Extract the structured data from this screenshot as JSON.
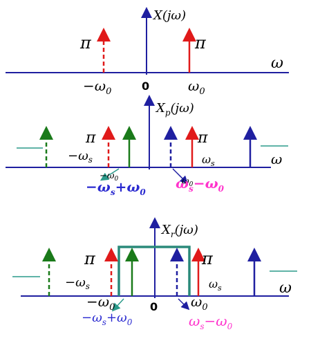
{
  "colors": {
    "axis": "#1f1fa0",
    "red": "#e01a1a",
    "green": "#1a7a1a",
    "blue": "#1f1fa0",
    "teal": "#2a9a8a",
    "magenta": "#ff33cc"
  },
  "panel1": {
    "y_label": "X(jω)",
    "x_label": "ω",
    "pi_left": "π",
    "pi_right": "π",
    "tick_neg": "−ω",
    "tick_neg_sub": "0",
    "tick_zero": "0",
    "tick_pos": "ω",
    "tick_pos_sub": "0"
  },
  "panel2": {
    "y_label": "X",
    "y_label_sub": "p",
    "y_label_tail": "(jω)",
    "x_label": "ω",
    "pi_left": "π",
    "pi_right": "π",
    "neg_ws": "−ω",
    "neg_ws_sub": "s",
    "pos_ws": "ω",
    "pos_ws_sub": "s",
    "neg_w0": "−ω",
    "neg_w0_sub": "0",
    "pos_w0": "ω",
    "pos_w0_sub": "0",
    "blue_expr": "−ω",
    "blue_expr_sub": "s",
    "blue_expr_tail": "+ω",
    "blue_expr_tail_sub": "0",
    "mag_expr": "ω",
    "mag_expr_sub": "s",
    "mag_expr_tail": "−ω",
    "mag_expr_tail_sub": "0"
  },
  "panel3": {
    "y_label": "X",
    "y_label_sub": "r",
    "y_label_tail": "(jω)",
    "x_label": "ω",
    "pi_left": "π",
    "pi_right": "π",
    "neg_ws": "−ω",
    "neg_ws_sub": "s",
    "pos_ws": "ω",
    "pos_ws_sub": "s",
    "neg_w0": "−ω",
    "neg_w0_sub": "0",
    "tick_zero": "0",
    "pos_w0": "ω",
    "pos_w0_sub": "0",
    "blue_expr": "−ω",
    "blue_expr_sub": "s",
    "blue_expr_tail": "+ω",
    "blue_expr_tail_sub": "0",
    "mag_expr": "ω",
    "mag_expr_sub": "s",
    "mag_expr_tail": "−ω",
    "mag_expr_tail_sub": "0"
  }
}
